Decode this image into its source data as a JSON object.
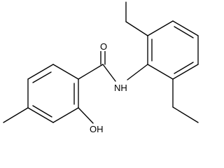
{
  "molecule": {
    "atom_labels": {
      "carbonyl_oxygen": "O",
      "amide_nitrogen": "NH",
      "hydroxyl": "OH"
    },
    "colors": {
      "bond": "#000000",
      "label": "#000000",
      "background": "#ffffff"
    }
  }
}
